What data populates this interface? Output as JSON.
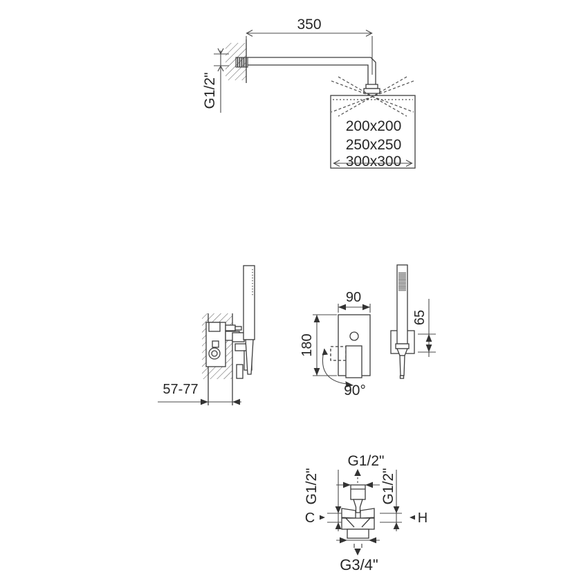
{
  "drawing": {
    "title": "shower-set-installation-diagram",
    "overhead_shower": {
      "arm_length_label": "350",
      "wall_connection_label": "G1/2\"",
      "head_sizes": [
        "200x200",
        "250x250",
        "300x300"
      ]
    },
    "mixer_side": {
      "depth_range_label": "57-77"
    },
    "mixer_front": {
      "plate_width_label": "90",
      "plate_height_label": "180",
      "handle_rotation_label": "90°",
      "outlet_height_label": "65"
    },
    "connections": {
      "top_label": "G1/2\"",
      "left_label": "G1/2\"",
      "right_label": "G1/2\"",
      "bottom_label": "G3/4\"",
      "cold_label": "C",
      "hot_label": "H"
    },
    "colors": {
      "line": "#3c3c3c",
      "dimension": "#4a4a4a",
      "text": "#262626",
      "background": "#ffffff"
    }
  }
}
